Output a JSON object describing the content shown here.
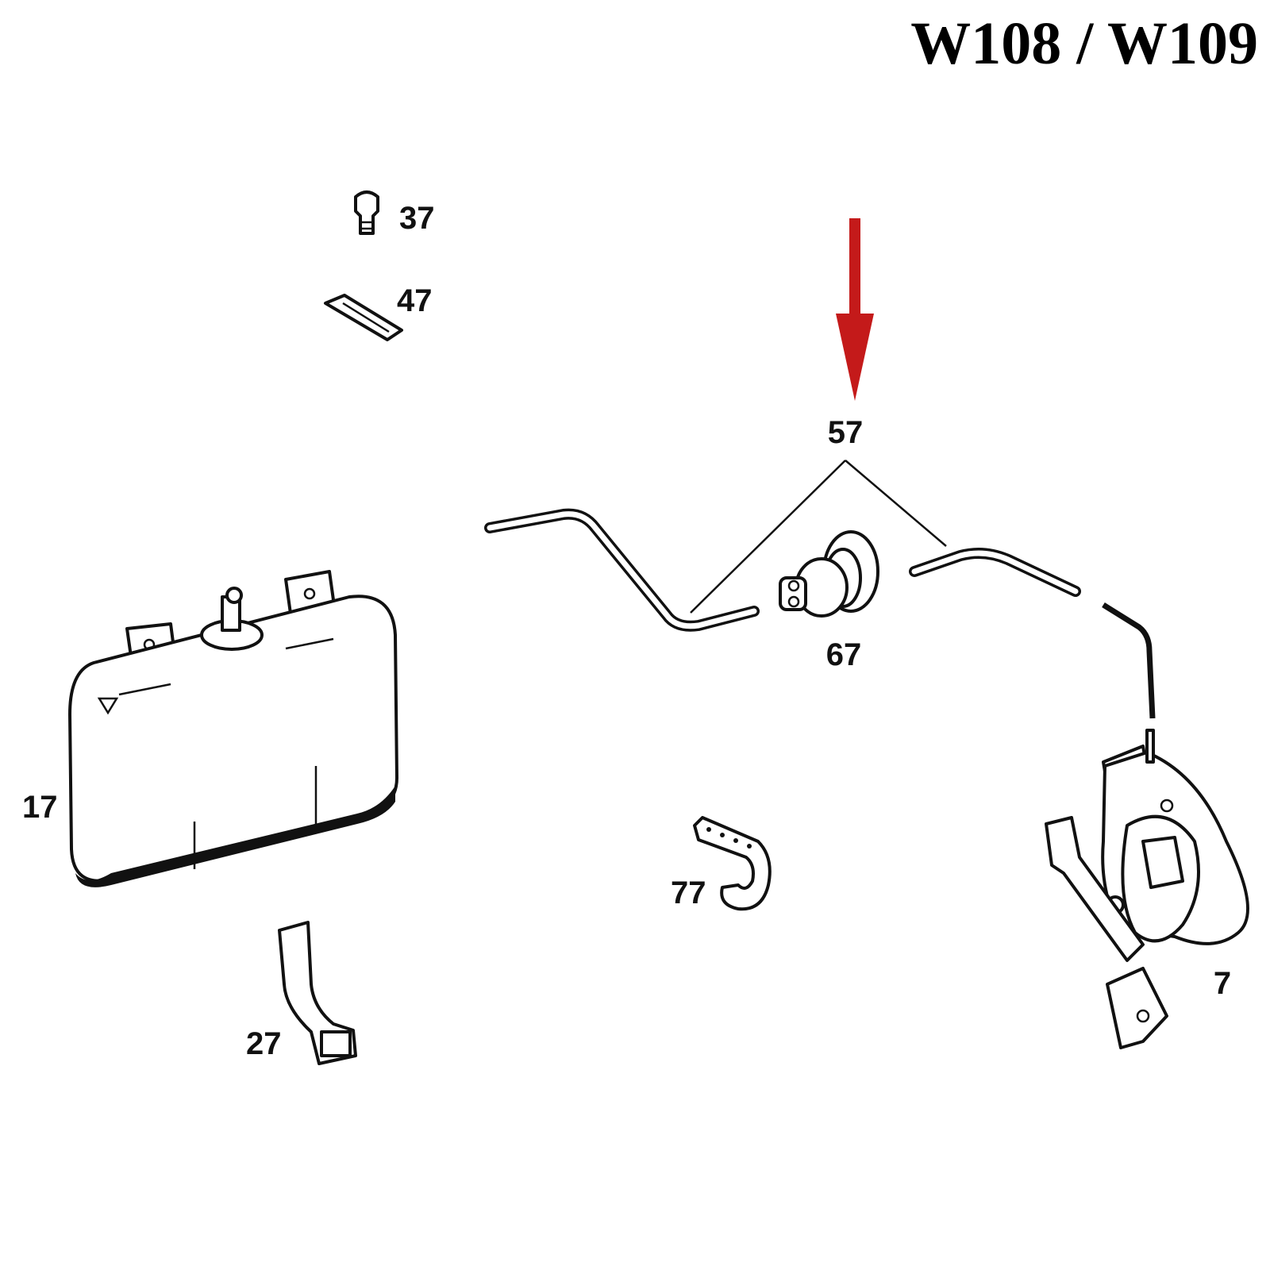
{
  "title": "W108 / W109",
  "arrow_color": "#c41a1a",
  "parts": {
    "p37": "37",
    "p47": "47",
    "p57": "57",
    "p67": "67",
    "p17": "17",
    "p27": "27",
    "p77": "77",
    "p7": "7"
  }
}
